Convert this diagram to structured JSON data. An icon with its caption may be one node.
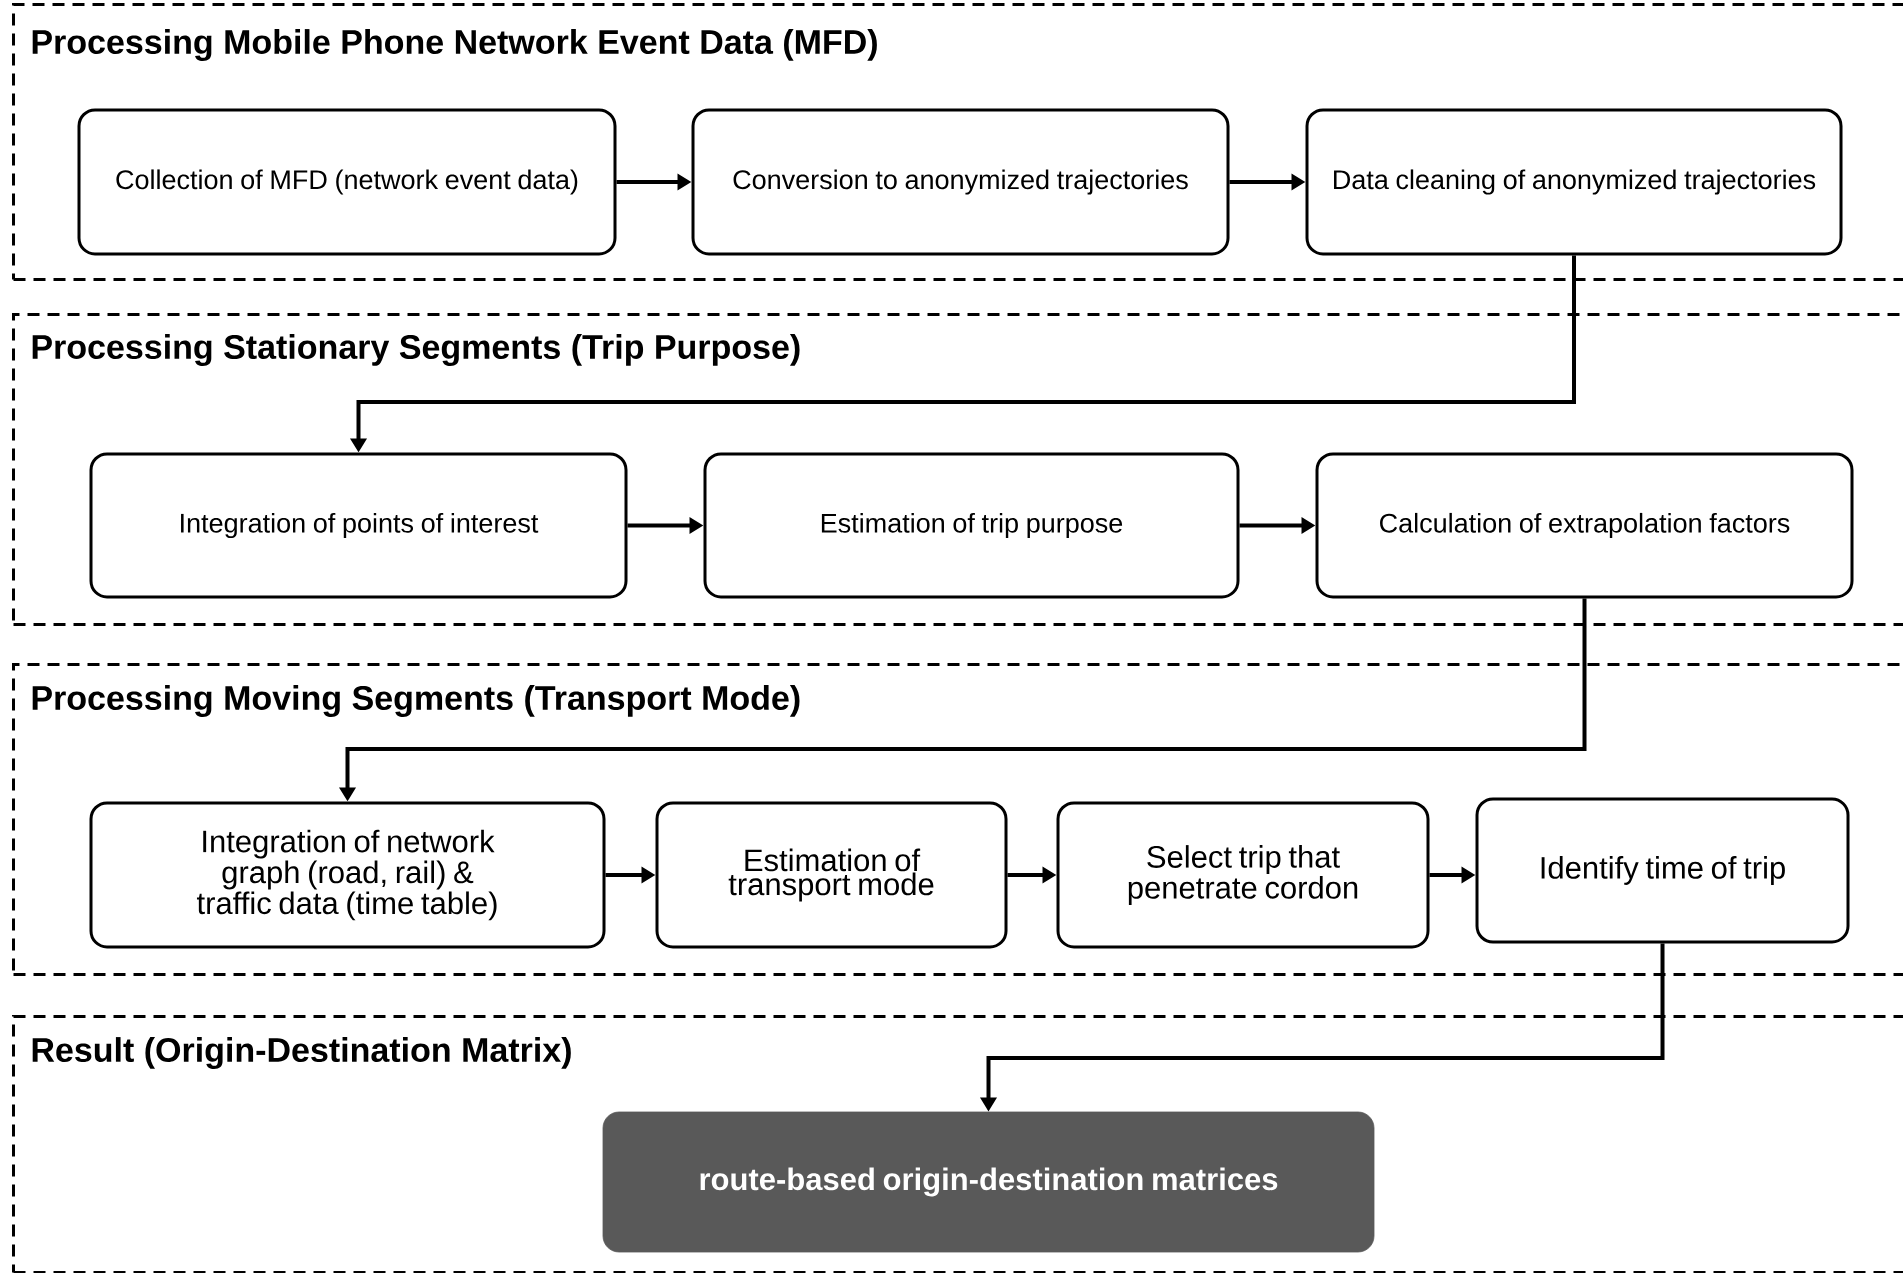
{
  "diagram": {
    "nodes": [
      {
        "text": [
          "Processing Mobile Phone Network Event Data (MFD)"
        ]
      },
      {
        "text": [
          "Collection of MFD (network event data)"
        ],
        "in": 0
      },
      {
        "text": [
          "Conversion to anonymized trajectories"
        ],
        "in": 0
      },
      {
        "text": [
          "Data cleaning of anonymized trajectories"
        ],
        "in": 0
      },
      {
        "text": [
          "Processing Stationary Segments (Trip Purpose)"
        ]
      },
      {
        "text": [
          "Integration of points of interest"
        ],
        "in": 4
      },
      {
        "text": [
          "Estimation of trip purpose"
        ],
        "in": 4
      },
      {
        "text": [
          "Calculation of extrapolation factors"
        ],
        "in": 4
      },
      {
        "text": [
          "Processing Moving Segments (Transport Mode)"
        ]
      },
      {
        "text": [
          "Integration of network graph (road, rail) & traffic data (time table)"
        ],
        "in": 8
      },
      {
        "text": [
          "Estimation of transport mode"
        ],
        "in": 8
      },
      {
        "text": [
          "Select trip that penetrate cordon"
        ],
        "in": 8
      },
      {
        "text": [
          "Identify time of trip"
        ],
        "in": 8
      },
      {
        "text": [
          "Result (Origin-Destination Matrix)"
        ]
      },
      {
        "text": [
          "route-based origin-destination matrices"
        ],
        "in": 13
      }
    ],
    "edges": [
      {
        "from": 1,
        "to": 2,
        "arrow": "to"
      },
      {
        "from": 2,
        "to": 3,
        "arrow": "to"
      },
      {
        "from": 3,
        "to": 5,
        "arrow": "to"
      },
      {
        "from": 5,
        "to": 6,
        "arrow": "to"
      },
      {
        "from": 6,
        "to": 7,
        "arrow": "to"
      },
      {
        "from": 7,
        "to": 9,
        "arrow": "to"
      },
      {
        "from": 9,
        "to": 10,
        "arrow": "to"
      },
      {
        "from": 10,
        "to": 11,
        "arrow": "to"
      },
      {
        "from": 11,
        "to": 12,
        "arrow": "to"
      },
      {
        "from": 12,
        "to": 14,
        "arrow": "to"
      }
    ]
  }
}
